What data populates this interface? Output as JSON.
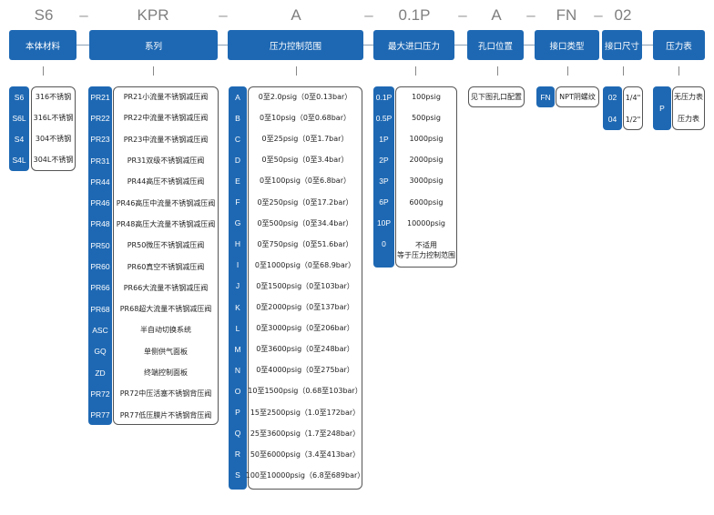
{
  "codes": [
    "S6",
    "KPR",
    "A",
    "0.1P",
    "A",
    "FN",
    "02"
  ],
  "dash": "–",
  "headers": [
    "本体材料",
    "系列",
    "压力控制范围",
    "最大进口压力",
    "孔口位置",
    "接口类型",
    "接口尺寸",
    "压力表"
  ],
  "material": {
    "items": [
      {
        "code": "S6",
        "desc": "316不锈钢"
      },
      {
        "code": "S6L",
        "desc": "316L不锈钢"
      },
      {
        "code": "S4",
        "desc": "304不锈钢"
      },
      {
        "code": "S4L",
        "desc": "304L不锈钢"
      }
    ]
  },
  "series": {
    "items": [
      {
        "code": "PR21",
        "desc": "PR21小流量不锈钢减压阀"
      },
      {
        "code": "PR22",
        "desc": "PR22中流量不锈钢减压阀"
      },
      {
        "code": "PR23",
        "desc": "PR23中流量不锈钢减压阀"
      },
      {
        "code": "PR31",
        "desc": "PR31双级不锈钢减压阀"
      },
      {
        "code": "PR44",
        "desc": "PR44高压不锈钢减压阀"
      },
      {
        "code": "PR46",
        "desc": "PR46高压中流量不锈钢减压阀"
      },
      {
        "code": "PR48",
        "desc": "PR48高压大流量不锈钢减压阀"
      },
      {
        "code": "PR50",
        "desc": "PR50微压不锈钢减压阀"
      },
      {
        "code": "PR60",
        "desc": "PR60真空不锈钢减压阀"
      },
      {
        "code": "PR66",
        "desc": "PR66大流量不锈钢减压阀"
      },
      {
        "code": "PR68",
        "desc": "PR68超大流量不锈钢减压阀"
      },
      {
        "code": "ASC",
        "desc": "半自动切换系统"
      },
      {
        "code": "GQ",
        "desc": "单侧供气面板"
      },
      {
        "code": "ZD",
        "desc": "终端控制面板"
      },
      {
        "code": "PR72",
        "desc": "PR72中压活塞不锈钢背压阀"
      },
      {
        "code": "PR77",
        "desc": "PR77低压膜片不锈钢背压阀"
      }
    ]
  },
  "pressure_range": {
    "items": [
      {
        "code": "A",
        "desc": "0至2.0psig（0至0.13bar）"
      },
      {
        "code": "B",
        "desc": "0至10psig（0至0.68bar）"
      },
      {
        "code": "C",
        "desc": "0至25psig（0至1.7bar）"
      },
      {
        "code": "D",
        "desc": "0至50psig（0至3.4bar）"
      },
      {
        "code": "E",
        "desc": "0至100psig（0至6.8bar）"
      },
      {
        "code": "F",
        "desc": "0至250psig（0至17.2bar）"
      },
      {
        "code": "G",
        "desc": "0至500psig（0至34.4bar）"
      },
      {
        "code": "H",
        "desc": "0至750psig（0至51.6bar）"
      },
      {
        "code": "I",
        "desc": "0至1000psig（0至68.9bar）"
      },
      {
        "code": "J",
        "desc": "0至1500psig（0至103bar）"
      },
      {
        "code": "K",
        "desc": "0至2000psig（0至137bar）"
      },
      {
        "code": "L",
        "desc": "0至3000psig（0至206bar）"
      },
      {
        "code": "M",
        "desc": "0至3600psig（0至248bar）"
      },
      {
        "code": "N",
        "desc": "0至4000psig（0至275bar）"
      },
      {
        "code": "O",
        "desc": "10至1500psig（0.68至103bar）"
      },
      {
        "code": "P",
        "desc": "15至2500psig（1.0至172bar）"
      },
      {
        "code": "Q",
        "desc": "25至3600psig（1.7至248bar）"
      },
      {
        "code": "R",
        "desc": "50至6000psig（3.4至413bar）"
      },
      {
        "code": "S",
        "desc": "100至10000psig（6.8至689bar）"
      }
    ]
  },
  "max_inlet": {
    "items": [
      {
        "code": "0.1P",
        "desc": "100psig"
      },
      {
        "code": "0.5P",
        "desc": "500psig"
      },
      {
        "code": "1P",
        "desc": "1000psig"
      },
      {
        "code": "2P",
        "desc": "2000psig"
      },
      {
        "code": "3P",
        "desc": "3000psig"
      },
      {
        "code": "6P",
        "desc": "6000psig"
      },
      {
        "code": "10P",
        "desc": "10000psig"
      },
      {
        "code": "0",
        "desc": "不适用 等于压力控制范围"
      }
    ]
  },
  "port_position": {
    "desc": "见下图孔口配置"
  },
  "connection_type": {
    "items": [
      {
        "code": "FN",
        "desc": "NPT阴螺纹"
      }
    ]
  },
  "connection_size": {
    "items": [
      {
        "code": "02",
        "desc": "1/4\""
      },
      {
        "code": "04",
        "desc": "1/2\""
      }
    ]
  },
  "gauge": {
    "code": "P",
    "options": [
      "无压力表",
      "压力表"
    ]
  }
}
